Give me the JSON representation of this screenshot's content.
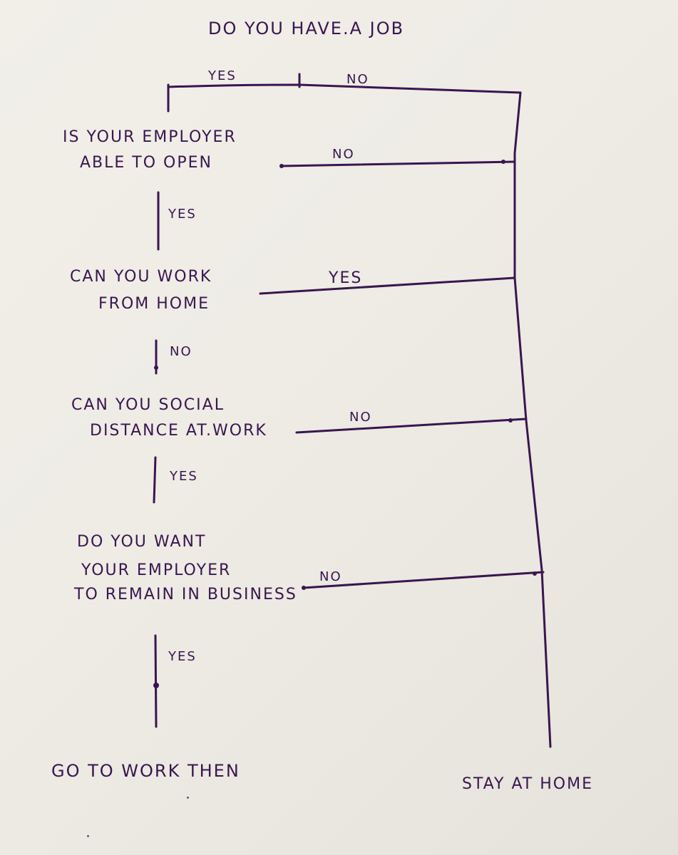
{
  "diagram": {
    "title": "DO YOU HAVE.A JOB",
    "top_branch": {
      "yes": "YES",
      "no": "NO"
    },
    "questions": [
      {
        "lines": [
          "IS YOUR EMPLOYER",
          "ABLE TO OPEN"
        ],
        "side_label": "NO",
        "down_label": "YES"
      },
      {
        "lines": [
          "CAN YOU WORK",
          "FROM HOME"
        ],
        "side_label": "YES",
        "down_label": "NO"
      },
      {
        "lines": [
          "CAN YOU SOCIAL",
          "DISTANCE AT.WORK"
        ],
        "side_label": "NO",
        "down_label": "YES"
      },
      {
        "lines": [
          "DO YOU WANT",
          "YOUR EMPLOYER",
          "TO REMAIN IN BUSINESS"
        ],
        "side_label": "NO",
        "down_label": "YES"
      }
    ],
    "outcome_left": "GO TO WORK THEN",
    "outcome_right": "STAY AT HOME"
  }
}
